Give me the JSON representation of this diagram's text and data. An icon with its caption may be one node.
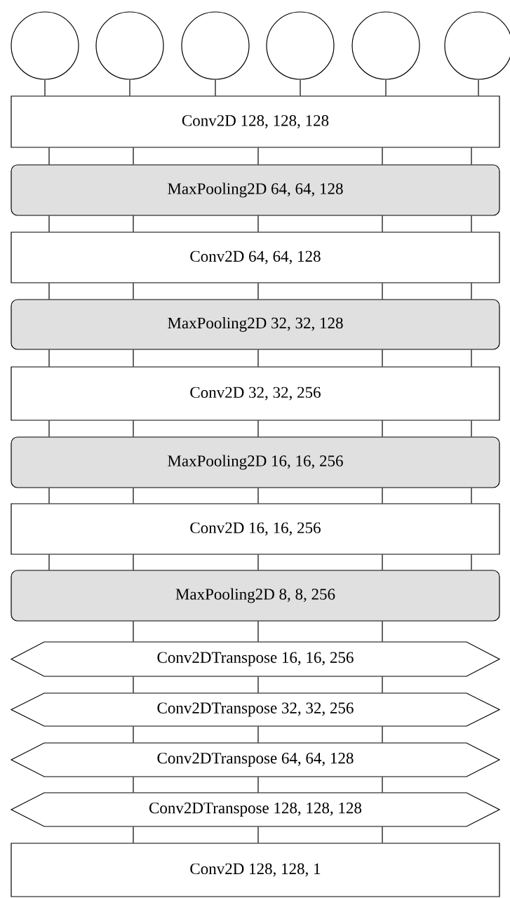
{
  "diagram": {
    "nodes": [
      {
        "text": [],
        "shape": "circle"
      },
      {
        "text": [],
        "shape": "circle"
      },
      {
        "text": [],
        "shape": "circle"
      },
      {
        "text": [],
        "shape": "circle"
      },
      {
        "text": [],
        "shape": "circle"
      },
      {
        "text": [],
        "shape": "circle"
      },
      {
        "text": [
          "Conv2D 128, 128, 128"
        ]
      },
      {
        "text": [
          "MaxPooling2D 64, 64, 128"
        ]
      },
      {
        "text": [
          "Conv2D 64, 64, 128"
        ]
      },
      {
        "text": [
          "MaxPooling2D 32, 32, 128"
        ]
      },
      {
        "text": [
          "Conv2D 32, 32, 256"
        ]
      },
      {
        "text": [
          "MaxPooling2D 16, 16, 256"
        ]
      },
      {
        "text": [
          "Conv2D 16, 16, 256"
        ]
      },
      {
        "text": [
          "MaxPooling2D 8, 8, 256"
        ]
      },
      {
        "text": [
          "Conv2DTranspose 16, 16, 256"
        ]
      },
      {
        "text": [
          "Conv2DTranspose 32, 32, 256"
        ]
      },
      {
        "text": [
          "Conv2DTranspose 64, 64, 128"
        ]
      },
      {
        "text": [
          "Conv2DTranspose 128, 128, 128"
        ]
      },
      {
        "text": [
          "Conv2D 128, 128, 1"
        ]
      }
    ],
    "edges": [
      {
        "from": 0,
        "to": 6,
        "arrow": "none"
      },
      {
        "from": 1,
        "to": 6,
        "arrow": "none"
      },
      {
        "from": 2,
        "to": 6,
        "arrow": "none"
      },
      {
        "from": 3,
        "to": 6,
        "arrow": "none"
      },
      {
        "from": 4,
        "to": 6,
        "arrow": "none"
      },
      {
        "from": 5,
        "to": 6,
        "arrow": "none"
      },
      {
        "from": 6,
        "to": 7,
        "arrow": "none"
      },
      {
        "from": 6,
        "to": 7,
        "arrow": "none"
      },
      {
        "from": 6,
        "to": 7,
        "arrow": "none"
      },
      {
        "from": 6,
        "to": 7,
        "arrow": "none"
      },
      {
        "from": 6,
        "to": 7,
        "arrow": "none"
      },
      {
        "from": 7,
        "to": 8,
        "arrow": "none"
      },
      {
        "from": 7,
        "to": 8,
        "arrow": "none"
      },
      {
        "from": 7,
        "to": 8,
        "arrow": "none"
      },
      {
        "from": 7,
        "to": 8,
        "arrow": "none"
      },
      {
        "from": 7,
        "to": 8,
        "arrow": "none"
      },
      {
        "from": 8,
        "to": 9,
        "arrow": "none"
      },
      {
        "from": 8,
        "to": 9,
        "arrow": "none"
      },
      {
        "from": 8,
        "to": 9,
        "arrow": "none"
      },
      {
        "from": 8,
        "to": 9,
        "arrow": "none"
      },
      {
        "from": 8,
        "to": 9,
        "arrow": "none"
      },
      {
        "from": 9,
        "to": 10,
        "arrow": "none"
      },
      {
        "from": 9,
        "to": 10,
        "arrow": "none"
      },
      {
        "from": 9,
        "to": 10,
        "arrow": "none"
      },
      {
        "from": 9,
        "to": 10,
        "arrow": "none"
      },
      {
        "from": 9,
        "to": 10,
        "arrow": "none"
      },
      {
        "from": 10,
        "to": 11,
        "arrow": "none"
      },
      {
        "from": 10,
        "to": 11,
        "arrow": "none"
      },
      {
        "from": 10,
        "to": 11,
        "arrow": "none"
      },
      {
        "from": 10,
        "to": 11,
        "arrow": "none"
      },
      {
        "from": 10,
        "to": 11,
        "arrow": "none"
      },
      {
        "from": 11,
        "to": 12,
        "arrow": "none"
      },
      {
        "from": 11,
        "to": 12,
        "arrow": "none"
      },
      {
        "from": 11,
        "to": 12,
        "arrow": "none"
      },
      {
        "from": 11,
        "to": 12,
        "arrow": "none"
      },
      {
        "from": 11,
        "to": 12,
        "arrow": "none"
      },
      {
        "from": 12,
        "to": 13,
        "arrow": "none"
      },
      {
        "from": 12,
        "to": 13,
        "arrow": "none"
      },
      {
        "from": 12,
        "to": 13,
        "arrow": "none"
      },
      {
        "from": 12,
        "to": 13,
        "arrow": "none"
      },
      {
        "from": 12,
        "to": 13,
        "arrow": "none"
      },
      {
        "from": 13,
        "to": 14,
        "arrow": "none"
      },
      {
        "from": 13,
        "to": 14,
        "arrow": "none"
      },
      {
        "from": 13,
        "to": 14,
        "arrow": "none"
      },
      {
        "from": 14,
        "to": 15,
        "arrow": "none"
      },
      {
        "from": 14,
        "to": 15,
        "arrow": "none"
      },
      {
        "from": 14,
        "to": 15,
        "arrow": "none"
      },
      {
        "from": 15,
        "to": 16,
        "arrow": "none"
      },
      {
        "from": 15,
        "to": 16,
        "arrow": "none"
      },
      {
        "from": 15,
        "to": 16,
        "arrow": "none"
      },
      {
        "from": 16,
        "to": 17,
        "arrow": "none"
      },
      {
        "from": 16,
        "to": 17,
        "arrow": "none"
      },
      {
        "from": 16,
        "to": 17,
        "arrow": "none"
      },
      {
        "from": 17,
        "to": 18,
        "arrow": "none"
      },
      {
        "from": 17,
        "to": 18,
        "arrow": "none"
      },
      {
        "from": 17,
        "to": 18,
        "arrow": "none"
      }
    ]
  }
}
